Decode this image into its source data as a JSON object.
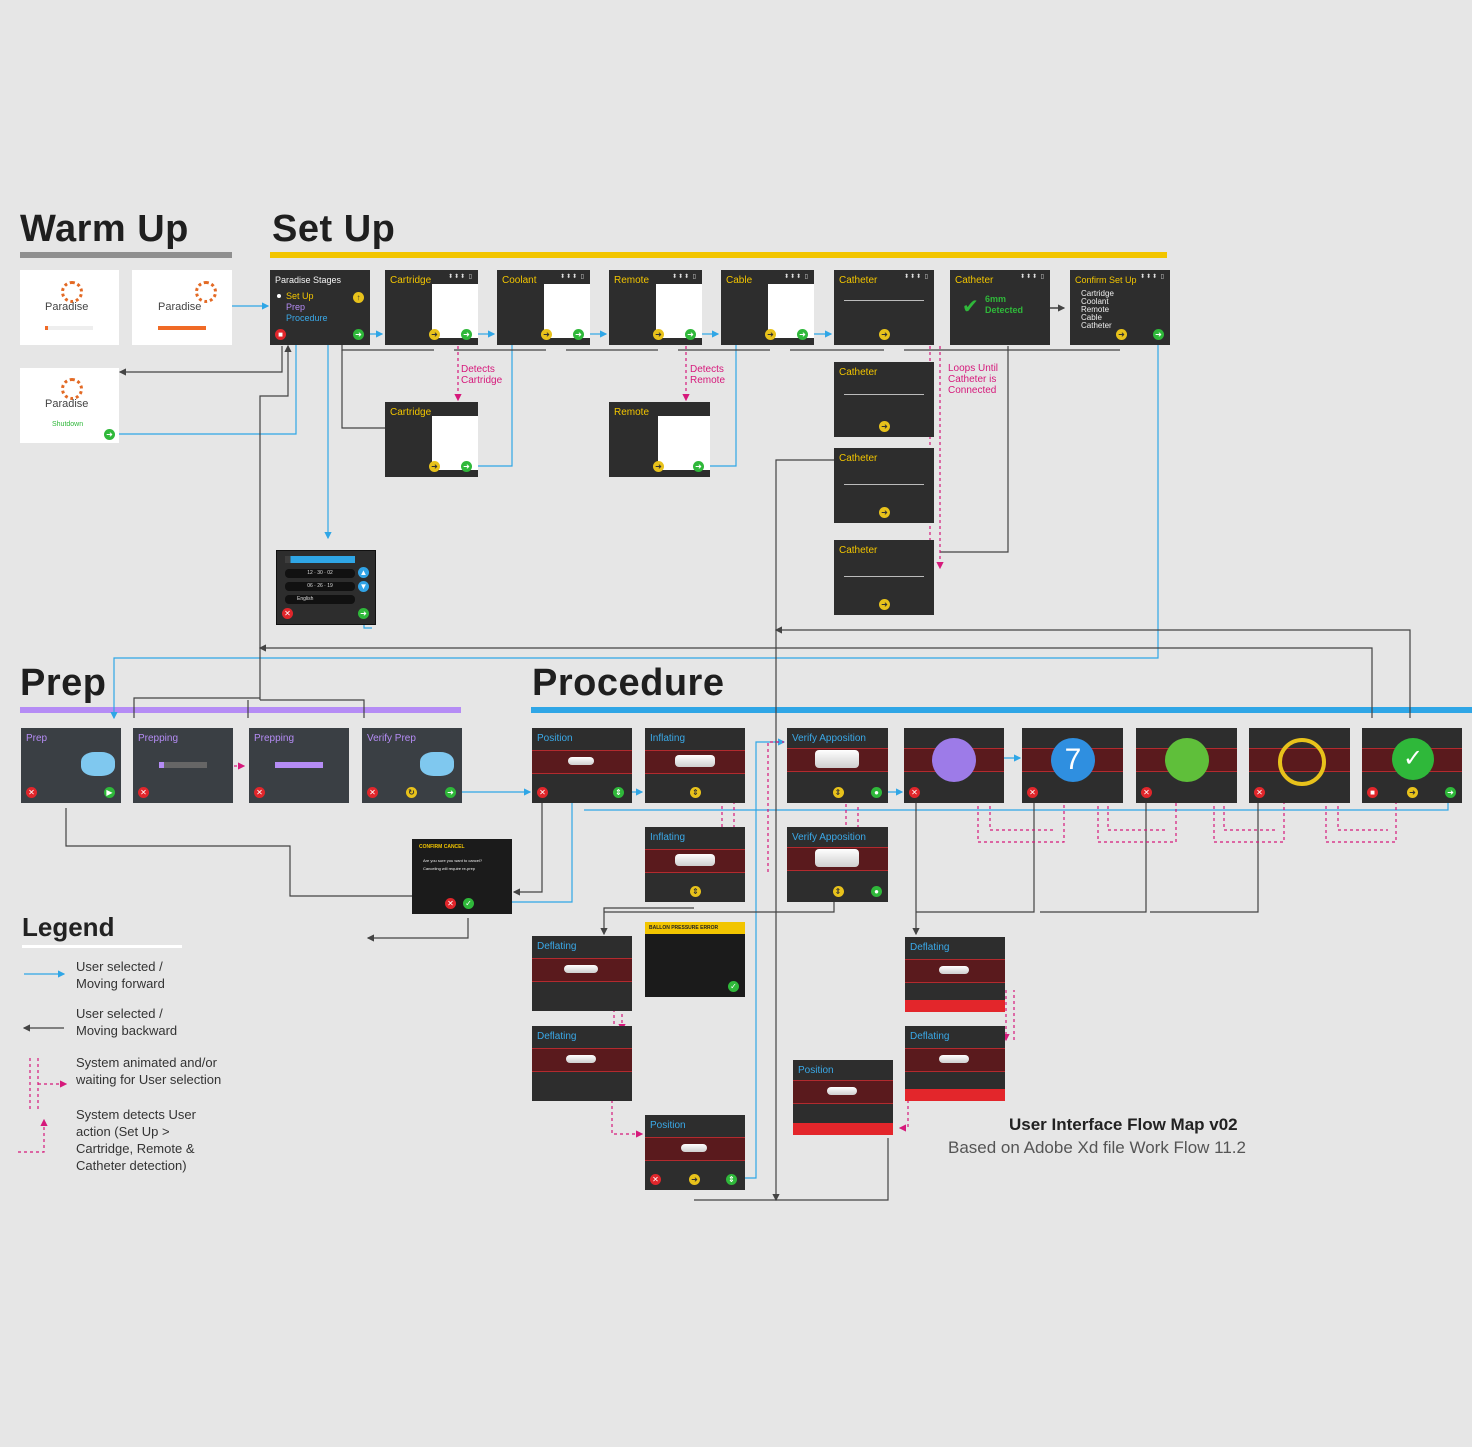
{
  "sections": {
    "warm_up": "Warm Up",
    "set_up": "Set Up",
    "prep": "Prep",
    "procedure": "Procedure"
  },
  "colors": {
    "warm_up": "#8f8f8f",
    "set_up": "#f2c500",
    "prep": "#b58cf5",
    "procedure": "#2fa6e6",
    "forward": "#2fa6e6",
    "backward": "#444444",
    "system": "#d6197b"
  },
  "warm_up": {
    "brand": "Paradise",
    "shutdown": "Shutdown"
  },
  "set_up": {
    "stages_title": "Paradise Stages",
    "stages": [
      "Set Up",
      "Prep",
      "Procedure"
    ],
    "cartridge": "Cartridge",
    "coolant": "Coolant",
    "remote": "Remote",
    "cable": "Cable",
    "catheter": "Catheter",
    "detected_line1": "6mm",
    "detected_line2": "Detected",
    "confirm_title": "Confirm Set Up",
    "confirm_items": [
      "Cartridge",
      "Coolant",
      "Remote",
      "Cable",
      "Catheter"
    ],
    "settings_lang": "English",
    "settings_date": [
      "12",
      "30",
      "02"
    ],
    "settings_time": [
      "06",
      "26",
      "19"
    ]
  },
  "labels": {
    "detects_cartridge": [
      "Detects",
      "Cartridge"
    ],
    "detects_remote": [
      "Detects",
      "Remote"
    ],
    "loops_until": [
      "Loops Until",
      "Catheter is",
      "Connected"
    ]
  },
  "prep": {
    "screens": [
      "Prep",
      "Prepping",
      "Prepping",
      "Verify Prep"
    ]
  },
  "procedure": {
    "position": "Position",
    "inflating": "Inflating",
    "verify": "Verify Apposition",
    "deflating": "Deflating",
    "count": "7",
    "confirm_cancel": "CONFIRM CANCEL",
    "cancel_q": "Are you sure you want to cancel?",
    "cancel_note": "Canceling will require re-prep",
    "error_title": "BALLON PRESSURE ERROR"
  },
  "legend": {
    "title": "Legend",
    "items": [
      "User selected / Moving forward",
      "User selected / Moving backward",
      "System animated and/or waiting for User selection",
      "System detects User action (Set Up > Cartridge, Remote & Catheter detection)"
    ],
    "lines": [
      [
        "User selected /",
        "Moving forward"
      ],
      [
        "User selected /",
        "Moving backward"
      ],
      [
        "System animated and/or",
        "waiting for User selection"
      ],
      [
        "System detects User",
        "action (Set Up >",
        "Cartridge, Remote &",
        "Catheter detection)"
      ]
    ]
  },
  "footer": {
    "title": "User Interface Flow Map v02",
    "subtitle": "Based on Adobe Xd file Work Flow 11.2"
  }
}
